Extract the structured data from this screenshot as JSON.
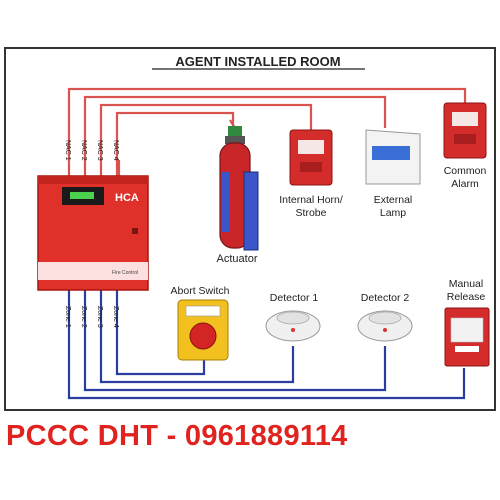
{
  "diagram": {
    "title": "AGENT INSTALLED ROOM",
    "panel": {
      "brand": "HCA",
      "small_text": "Fire Control"
    },
    "nac_labels": [
      "NAC 1",
      "NAC 2",
      "NAC 3",
      "NAC 4"
    ],
    "zone_labels": [
      "Zone 1",
      "Zone 2",
      "Zone 3",
      "Zone 4"
    ],
    "devices": {
      "actuator": "Actuator",
      "horn_strobe_line1": "Internal Horn/",
      "horn_strobe_line2": "Strobe",
      "external_lamp_line1": "External",
      "external_lamp_line2": "Lamp",
      "common_alarm_line1": "Common",
      "common_alarm_line2": "Alarm",
      "abort_switch": "Abort Switch",
      "detector_1": "Detector 1",
      "detector_2": "Detector 2",
      "manual_release_line1": "Manual",
      "manual_release_line2": "Release"
    },
    "colors": {
      "nac_wire": "#d9534f",
      "zone_wire": "#2a3d9e",
      "panel_red": "#e0302a",
      "frame": "#333333"
    }
  },
  "footer": {
    "text": "PCCC DHT - 0961889114"
  }
}
